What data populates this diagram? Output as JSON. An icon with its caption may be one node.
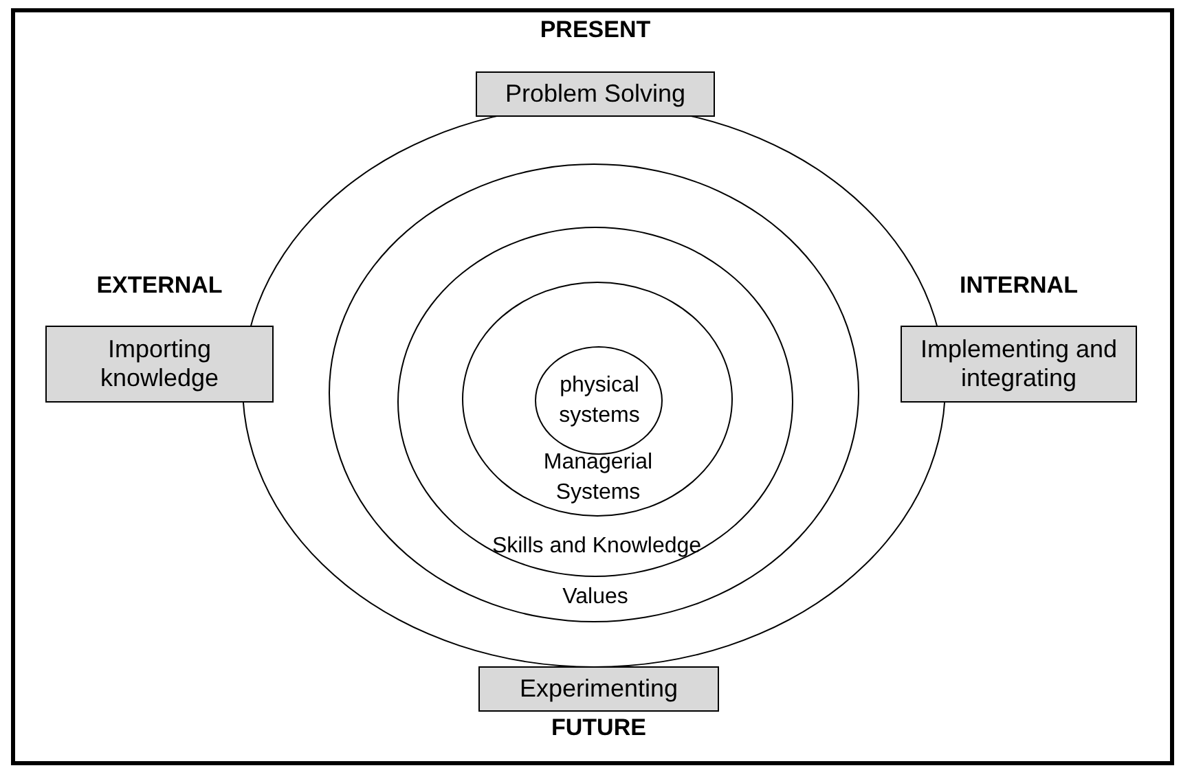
{
  "diagram": {
    "nodes": [
      {
        "text": [
          "PRESENT",
          "Problem Solving"
        ]
      },
      {
        "text": [],
        "shape": "circle"
      },
      {
        "text": [
          "EXTERNAL",
          "Importing knowledge"
        ]
      },
      {
        "text": [
          "INTERNAL",
          "Implementing and integrating"
        ]
      },
      {
        "text": [
          "Values"
        ],
        "in": 1
      },
      {
        "text": [
          "Skills and Knowledge"
        ],
        "in": 4
      },
      {
        "text": [
          "Managerial Systems"
        ],
        "in": 5
      },
      {
        "text": [
          "physical systems"
        ],
        "in": 6
      },
      {
        "text": [
          "Experimenting",
          "FUTURE"
        ]
      }
    ]
  }
}
